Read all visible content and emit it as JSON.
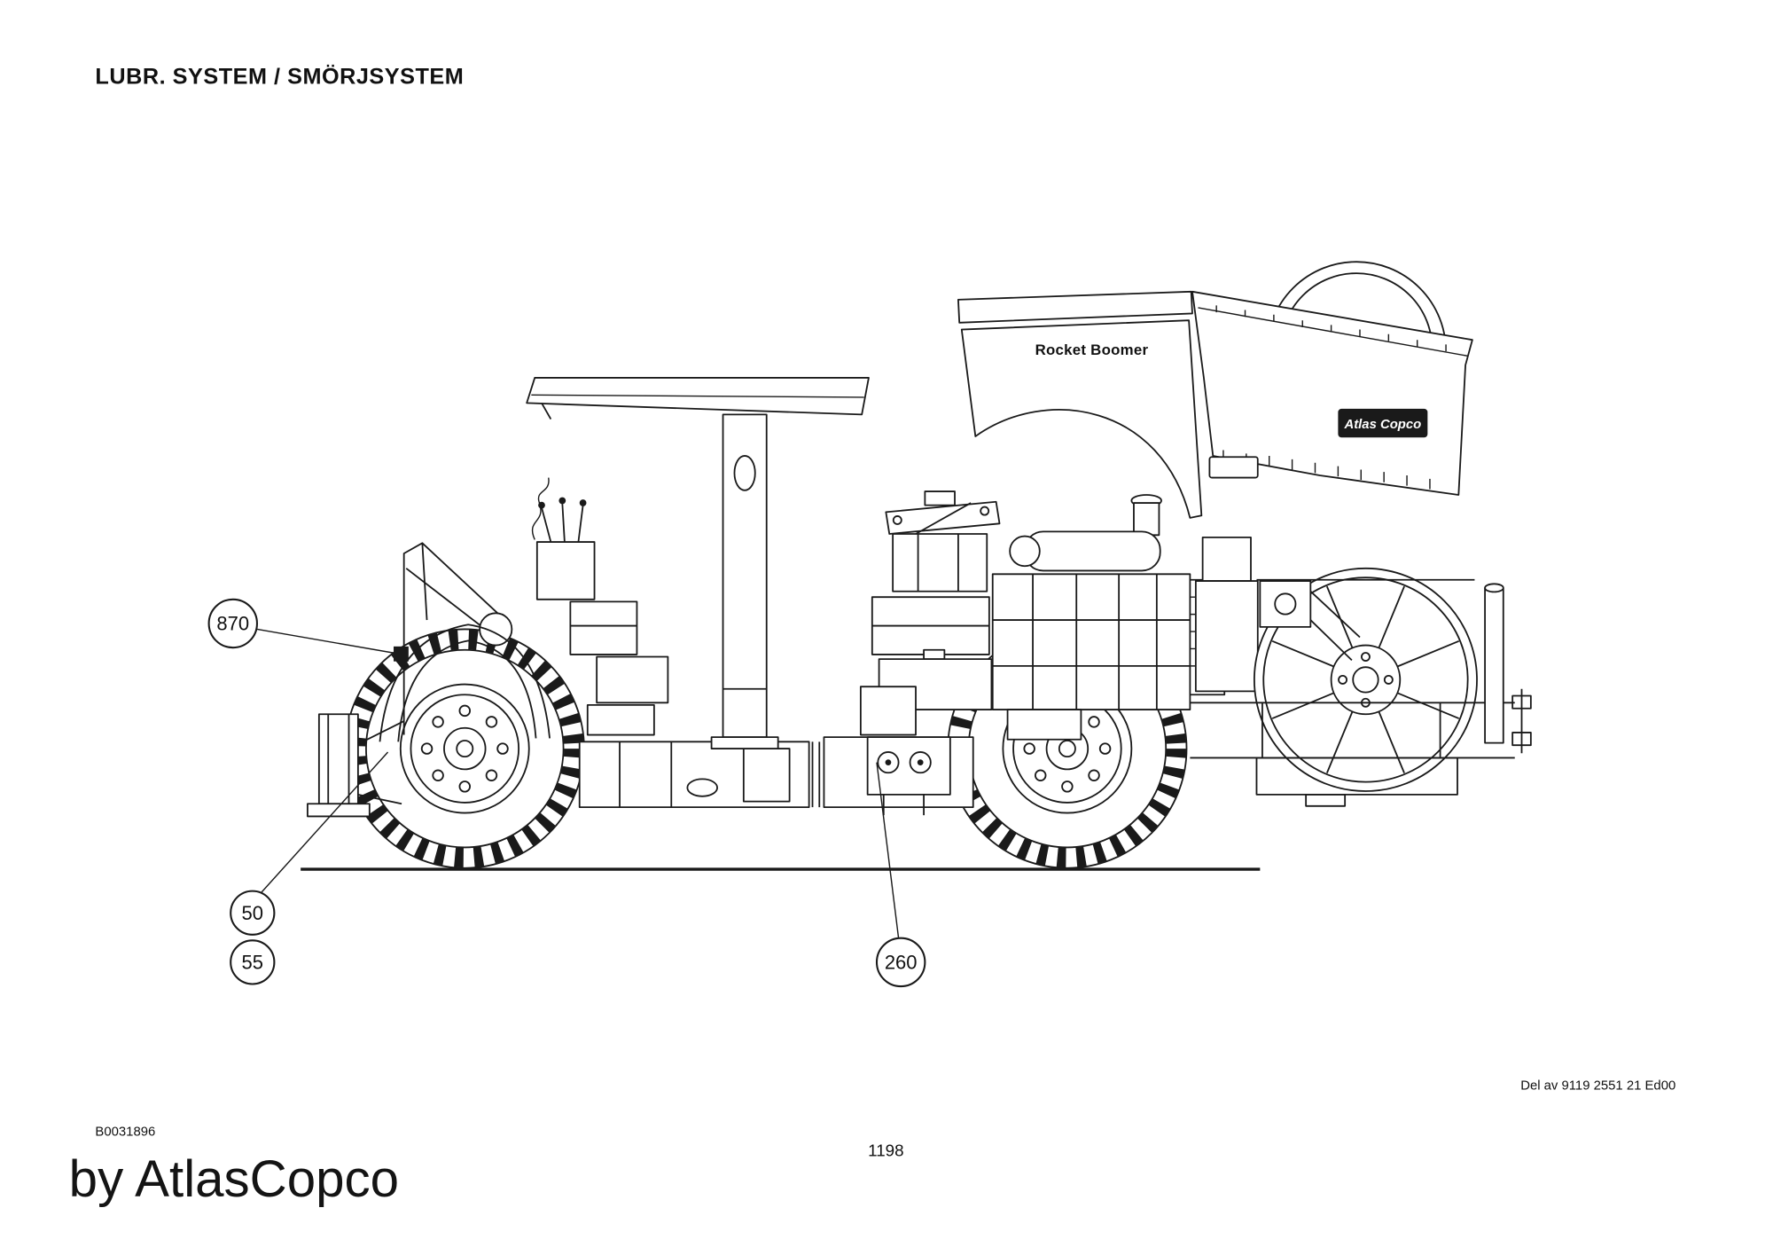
{
  "header": {
    "title": "LUBR. SYSTEM / SMÖRJSYSTEM"
  },
  "drawing": {
    "machine_label": "Rocket Boomer",
    "brand_logo": "Atlas Copco",
    "callouts": [
      {
        "label": "870"
      },
      {
        "label": "50"
      },
      {
        "label": "55"
      },
      {
        "label": "260"
      }
    ]
  },
  "footer": {
    "doc_number": "B0031896",
    "page_number": "1198",
    "part_reference": "Del av 9119 2551 21 Ed00",
    "watermark": "by AtlasCopco"
  },
  "colors": {
    "ink": "#1a1a1a",
    "background": "#ffffff",
    "logo_bg": "#111111"
  }
}
